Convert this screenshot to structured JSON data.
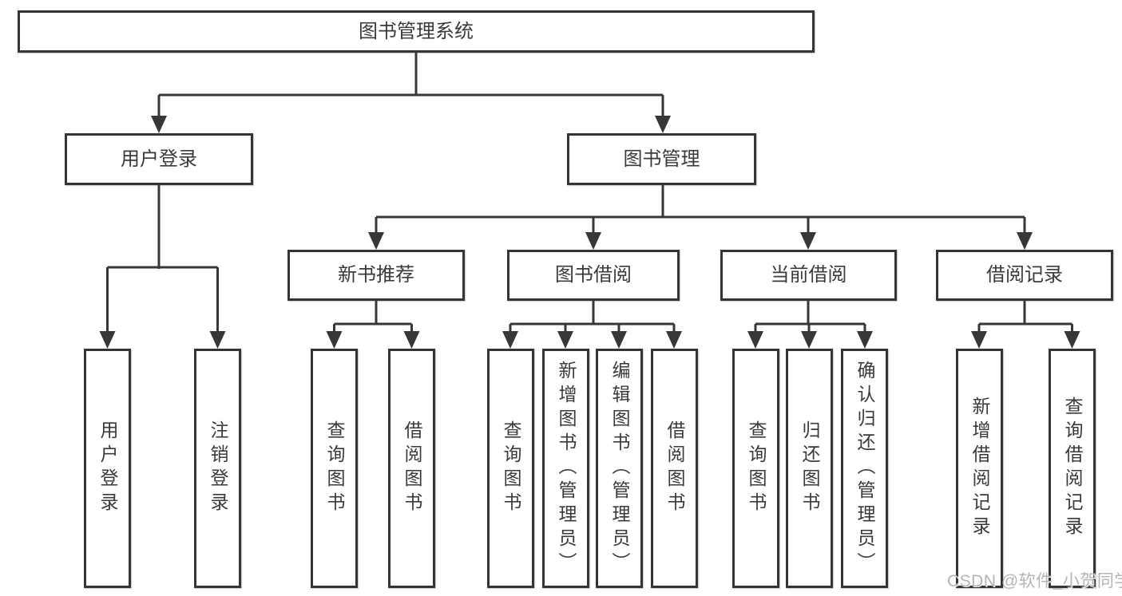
{
  "diagram": {
    "root": {
      "label": "图书管理系统"
    },
    "level2": [
      {
        "label": "用户登录"
      },
      {
        "label": "图书管理"
      }
    ],
    "level3": [
      {
        "label": "新书推荐",
        "parent": "图书管理"
      },
      {
        "label": "图书借阅",
        "parent": "图书管理"
      },
      {
        "label": "当前借阅",
        "parent": "图书管理"
      },
      {
        "label": "借阅记录",
        "parent": "图书管理"
      }
    ],
    "leaves": [
      {
        "label": "用户登录",
        "parent": "用户登录"
      },
      {
        "label": "注销登录",
        "parent": "用户登录"
      },
      {
        "label": "查询图书",
        "parent": "新书推荐"
      },
      {
        "label": "借阅图书",
        "parent": "新书推荐"
      },
      {
        "label": "查询图书",
        "parent": "图书借阅"
      },
      {
        "label": "新增图书（管理员）",
        "parent": "图书借阅"
      },
      {
        "label": "编辑图书（管理员）",
        "parent": "图书借阅"
      },
      {
        "label": "借阅图书",
        "parent": "图书借阅"
      },
      {
        "label": "查询图书",
        "parent": "当前借阅"
      },
      {
        "label": "归还图书",
        "parent": "当前借阅"
      },
      {
        "label": "确认归还（管理员）",
        "parent": "当前借阅"
      },
      {
        "label": "新增借阅记录",
        "parent": "借阅记录"
      },
      {
        "label": "查询借阅记录",
        "parent": "借阅记录"
      }
    ]
  },
  "watermark": {
    "text": "CSDN @软件_小贺同学"
  },
  "colors": {
    "line": "#373737",
    "box_border": "#353535",
    "text": "#3a3a3a",
    "background": "#ffffff",
    "watermark": "#b4b4b4"
  }
}
